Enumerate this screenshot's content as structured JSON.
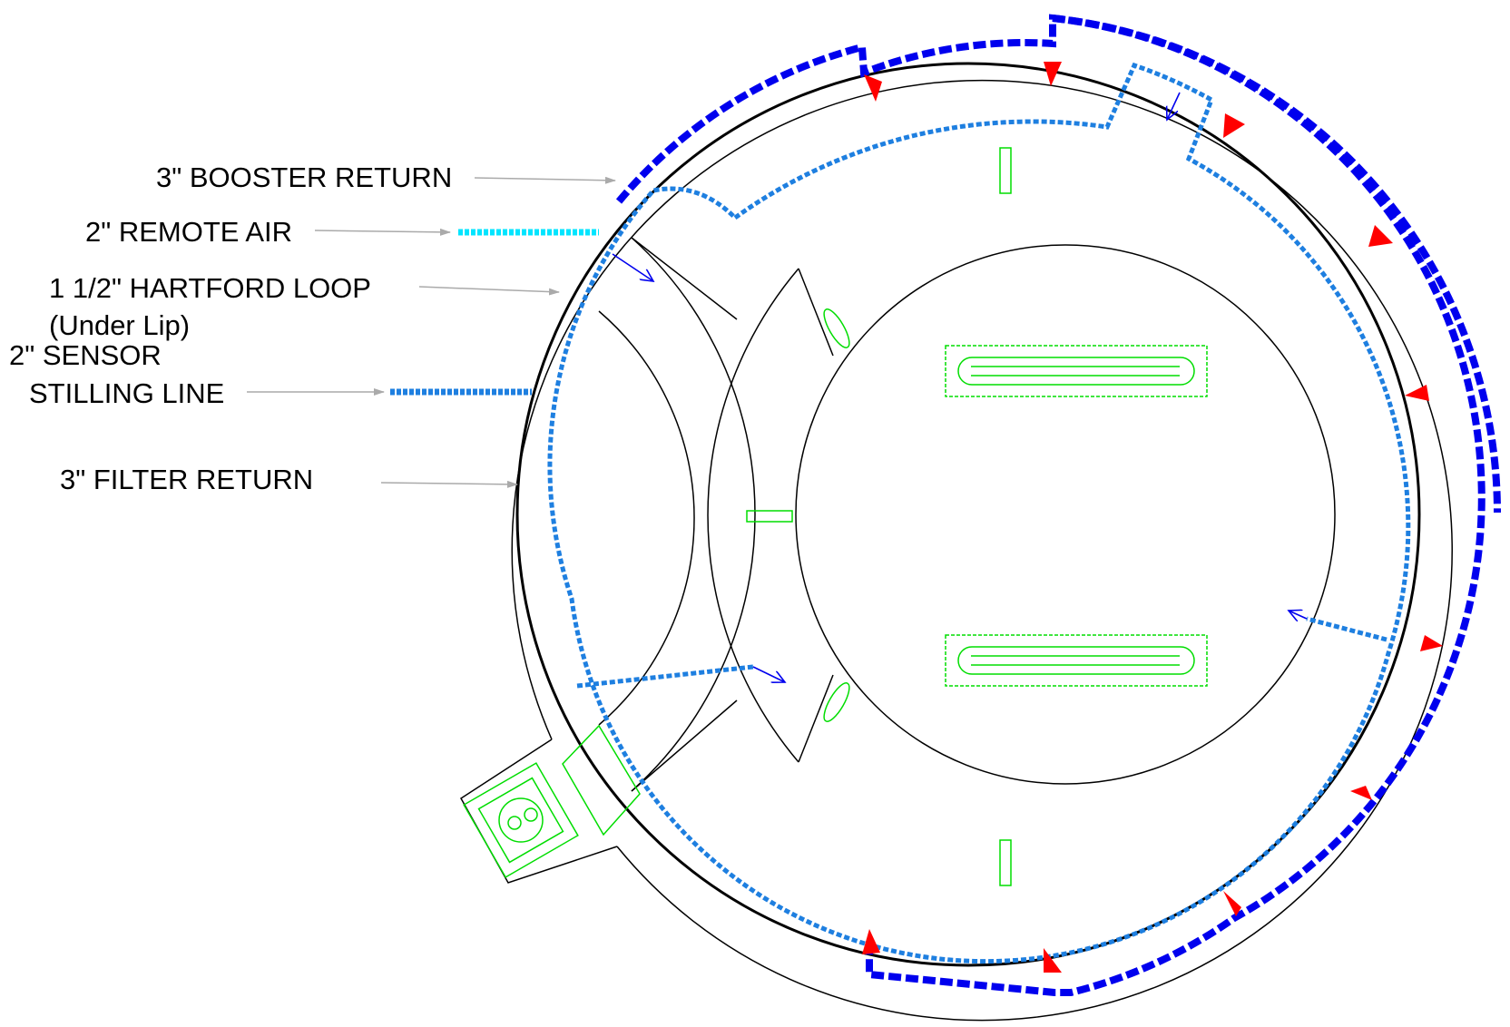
{
  "labels": {
    "booster_return": "3\" BOOSTER RETURN",
    "remote_air": "2\" REMOTE AIR",
    "hartford_loop": "1 1/2\" HARTFORD LOOP",
    "hartford_loop_note": "(Under Lip)",
    "sensor_line_1": "2\" SENSOR",
    "sensor_line_2": "STILLING LINE",
    "filter_return": "3\" FILTER RETURN"
  },
  "colors": {
    "outline": "#000000",
    "booster_return_pipe": "#0000ee",
    "filter_return_pipe": "#1e7fe0",
    "remote_air_pipe": "#00e5ff",
    "return_fitting": "#ff0000",
    "fixtures": "#00dd00",
    "leader_arrow": "#aaaaaa",
    "flow_arrow": "#0000ee"
  }
}
